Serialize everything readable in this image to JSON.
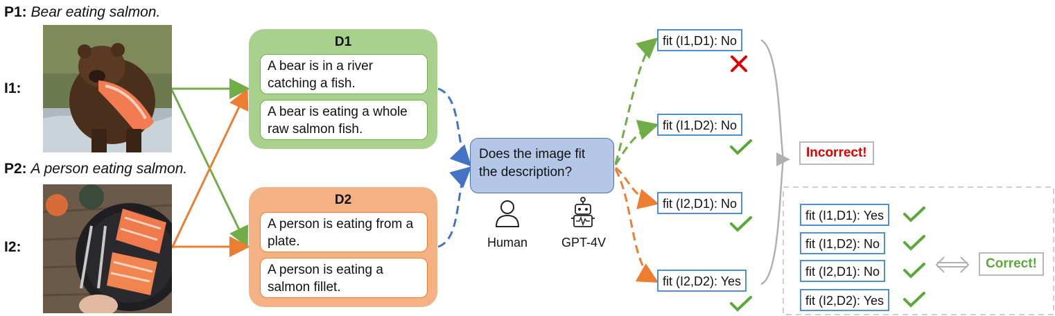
{
  "prompts": [
    {
      "id": "P1:",
      "text": "Bear eating salmon."
    },
    {
      "id": "P2:",
      "text": "A person eating salmon."
    }
  ],
  "images": [
    {
      "label": "I1:"
    },
    {
      "label": "I2:"
    }
  ],
  "descriptions": [
    {
      "title": "D1",
      "items": [
        "A bear is in a river catching a fish.",
        "A bear is eating a whole raw salmon fish."
      ]
    },
    {
      "title": "D2",
      "items": [
        "A person is eating from a plate.",
        "A person is eating a salmon fillet."
      ]
    }
  ],
  "question": "Does the image fit the description?",
  "evaluators": [
    {
      "name": "Human",
      "icon": "person-icon"
    },
    {
      "name": "GPT-4V",
      "icon": "robot-icon"
    }
  ],
  "model_results": [
    {
      "text": "fit (I1,D1): No",
      "mark": "cross"
    },
    {
      "text": "fit (I1,D2): No",
      "mark": "check"
    },
    {
      "text": "fit (I2,D1): No",
      "mark": "check"
    },
    {
      "text": "fit (I2,D2): Yes",
      "mark": "check"
    }
  ],
  "model_verdict": "Incorrect!",
  "correct_results": [
    {
      "text": "fit (I1,D1): Yes",
      "mark": "check"
    },
    {
      "text": "fit (I1,D2): No",
      "mark": "check"
    },
    {
      "text": "fit (I2,D1): No",
      "mark": "check"
    },
    {
      "text": "fit (I2,D2): Yes",
      "mark": "check"
    }
  ],
  "correct_verdict": "Correct!",
  "colors": {
    "green": "#70ad47",
    "orange": "#ed7d31",
    "blue_dash": "#4472c4",
    "d1_panel": "#a9d18e",
    "d2_panel": "#f4b183",
    "fit_border": "#4d8fd1",
    "check": "#5aa83a",
    "cross": "#e00000"
  }
}
